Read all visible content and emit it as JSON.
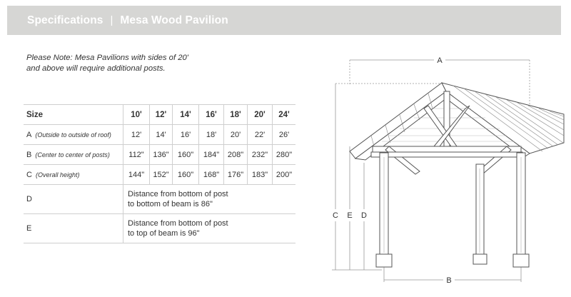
{
  "header": {
    "title": "Specifications",
    "separator": "|",
    "subtitle": "Mesa Wood Pavilion"
  },
  "note": {
    "line1": "Please Note: Mesa Pavilions with sides of 20'",
    "line2": "and above will require additional posts."
  },
  "table": {
    "size_label": "Size",
    "sizes": [
      "10'",
      "12'",
      "14'",
      "16'",
      "18'",
      "20'",
      "24'"
    ],
    "rows": [
      {
        "letter": "A",
        "desc": "(Outside to outside of roof)",
        "values": [
          "12'",
          "14'",
          "16'",
          "18'",
          "20'",
          "22'",
          "26'"
        ]
      },
      {
        "letter": "B",
        "desc": "(Center to center of posts)",
        "values": [
          "112\"",
          "136\"",
          "160\"",
          "184\"",
          "208\"",
          "232\"",
          "280\""
        ]
      },
      {
        "letter": "C",
        "desc": "(Overall height)",
        "values": [
          "144\"",
          "152\"",
          "160\"",
          "168\"",
          "176\"",
          "183\"",
          "200\""
        ]
      }
    ],
    "notes": [
      {
        "letter": "D",
        "line1": "Distance from bottom of post",
        "line2": "to bottom of beam is 86\""
      },
      {
        "letter": "E",
        "line1": "Distance from bottom of post",
        "line2": "to top of beam is 96\""
      }
    ]
  },
  "diagram": {
    "label_a": "A",
    "label_b": "B",
    "label_c": "C",
    "label_d": "D",
    "label_e": "E"
  },
  "colors": {
    "header_bg": "#d6d6d4",
    "header_text": "#ffffff",
    "rule": "#cfcfcf"
  }
}
